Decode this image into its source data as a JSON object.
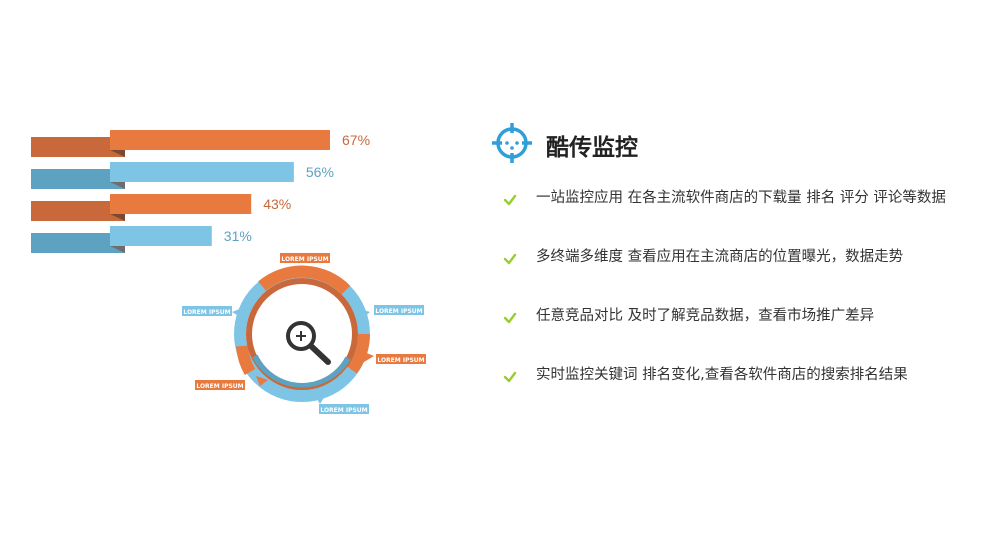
{
  "heading": {
    "title": "酷传监控",
    "icon": "crosshair-icon"
  },
  "bars": {
    "items": [
      {
        "value": 67,
        "label": "67%",
        "color": "#e8793f",
        "shadow": "#c9683a"
      },
      {
        "value": 56,
        "label": "56%",
        "color": "#7ec4e5",
        "shadow": "#5ea2c2"
      },
      {
        "value": 43,
        "label": "43%",
        "color": "#e8793f",
        "shadow": "#c9683a"
      },
      {
        "value": 31,
        "label": "31%",
        "color": "#7ec4e5",
        "shadow": "#5ea2c2"
      }
    ]
  },
  "dial": {
    "icon": "magnifier-plus-icon",
    "tags": [
      {
        "text": "LOREM IPSUM",
        "color": "#e8793f"
      },
      {
        "text": "LOREM IPSUM",
        "color": "#7ec4e5"
      },
      {
        "text": "LOREM IPSUM",
        "color": "#7ec4e5"
      },
      {
        "text": "LOREM IPSUM",
        "color": "#e8793f"
      },
      {
        "text": "LOREM IPSUM",
        "color": "#e8793f"
      },
      {
        "text": "LOREM IPSUM",
        "color": "#7ec4e5"
      }
    ]
  },
  "features": [
    {
      "text": "一站监控应用 在各主流软件商店的下载量 排名 评分 评论等数据"
    },
    {
      "text": "多终端多维度 查看应用在主流商店的位置曝光，数据走势"
    },
    {
      "text": "任意竞品对比 及时了解竞品数据，查看市场推广差异"
    },
    {
      "text": "实时监控关键词 排名变化,查看各软件商店的搜索排名结果"
    }
  ],
  "colors": {
    "accent": "#2f9fd8",
    "check": "#9acd32"
  }
}
